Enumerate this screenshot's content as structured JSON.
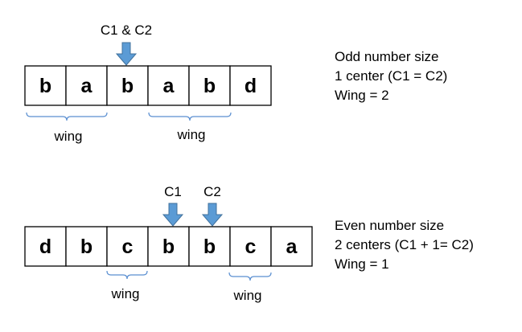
{
  "colors": {
    "arrow_fill": "#5b9bd5",
    "arrow_stroke": "#41719c",
    "bracket": "#5b8fd1",
    "text": "#000000",
    "cell_border": "#000000"
  },
  "icons": {
    "center_pointer": "down-arrow-icon"
  },
  "odd_example": {
    "cells": [
      "b",
      "a",
      "b",
      "a",
      "b",
      "d"
    ],
    "center_label": "C1 & C2",
    "wing_labels": [
      "wing",
      "wing"
    ],
    "notes": [
      "Odd number size",
      "1 center (C1 = C2)",
      "Wing = 2"
    ]
  },
  "even_example": {
    "cells": [
      "d",
      "b",
      "c",
      "b",
      "b",
      "c",
      "a"
    ],
    "center_labels": [
      "C1",
      "C2"
    ],
    "wing_labels": [
      "wing",
      "wing"
    ],
    "notes": [
      "Even number size",
      "2 centers (C1 + 1= C2)",
      "Wing = 1"
    ]
  }
}
